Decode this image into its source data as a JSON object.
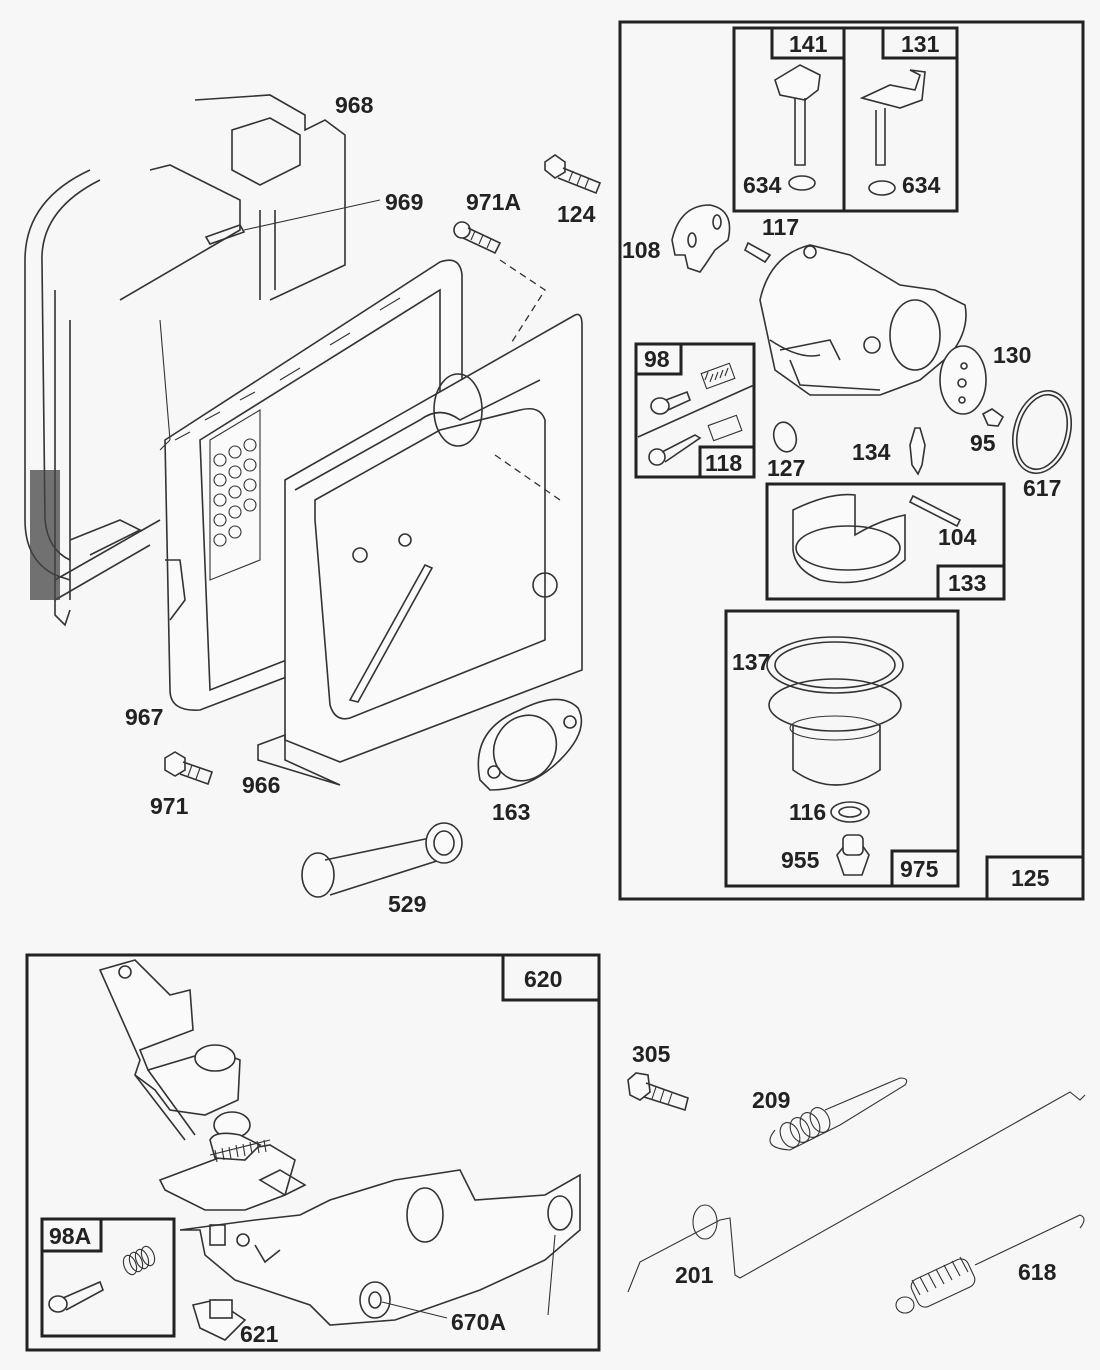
{
  "diagram": {
    "title": "Air cleaner, carburetor and governor control parts breakdown",
    "groups": {
      "carburetor_assembly": {
        "kit_label": "125"
      },
      "choke_kit": {
        "kit_label": "141"
      },
      "throttle_kit": {
        "kit_label": "131"
      },
      "mixture_screw_kit": {
        "kit_label": "98"
      },
      "needle_valve_kit": {
        "kit_label": "118"
      },
      "float_kit": {
        "kit_label": "133"
      },
      "bowl_kit": {
        "kit_label": "975"
      },
      "governor_control_bracket": {
        "kit_label": "620"
      },
      "idle_screw_kit": {
        "kit_label": "98A"
      }
    },
    "callouts": {
      "p968": "968",
      "p969": "969",
      "p971A": "971A",
      "p124": "124",
      "p967": "967",
      "p966": "966",
      "p971": "971",
      "p163": "163",
      "p529": "529",
      "p634a": "634",
      "p634b": "634",
      "p108": "108",
      "p117": "117",
      "p130": "130",
      "p95": "95",
      "p617": "617",
      "p127": "127",
      "p134": "134",
      "p104": "104",
      "p137": "137",
      "p116": "116",
      "p955": "955",
      "p621": "621",
      "p670A": "670A",
      "p305": "305",
      "p209": "209",
      "p201": "201",
      "p618": "618"
    }
  }
}
